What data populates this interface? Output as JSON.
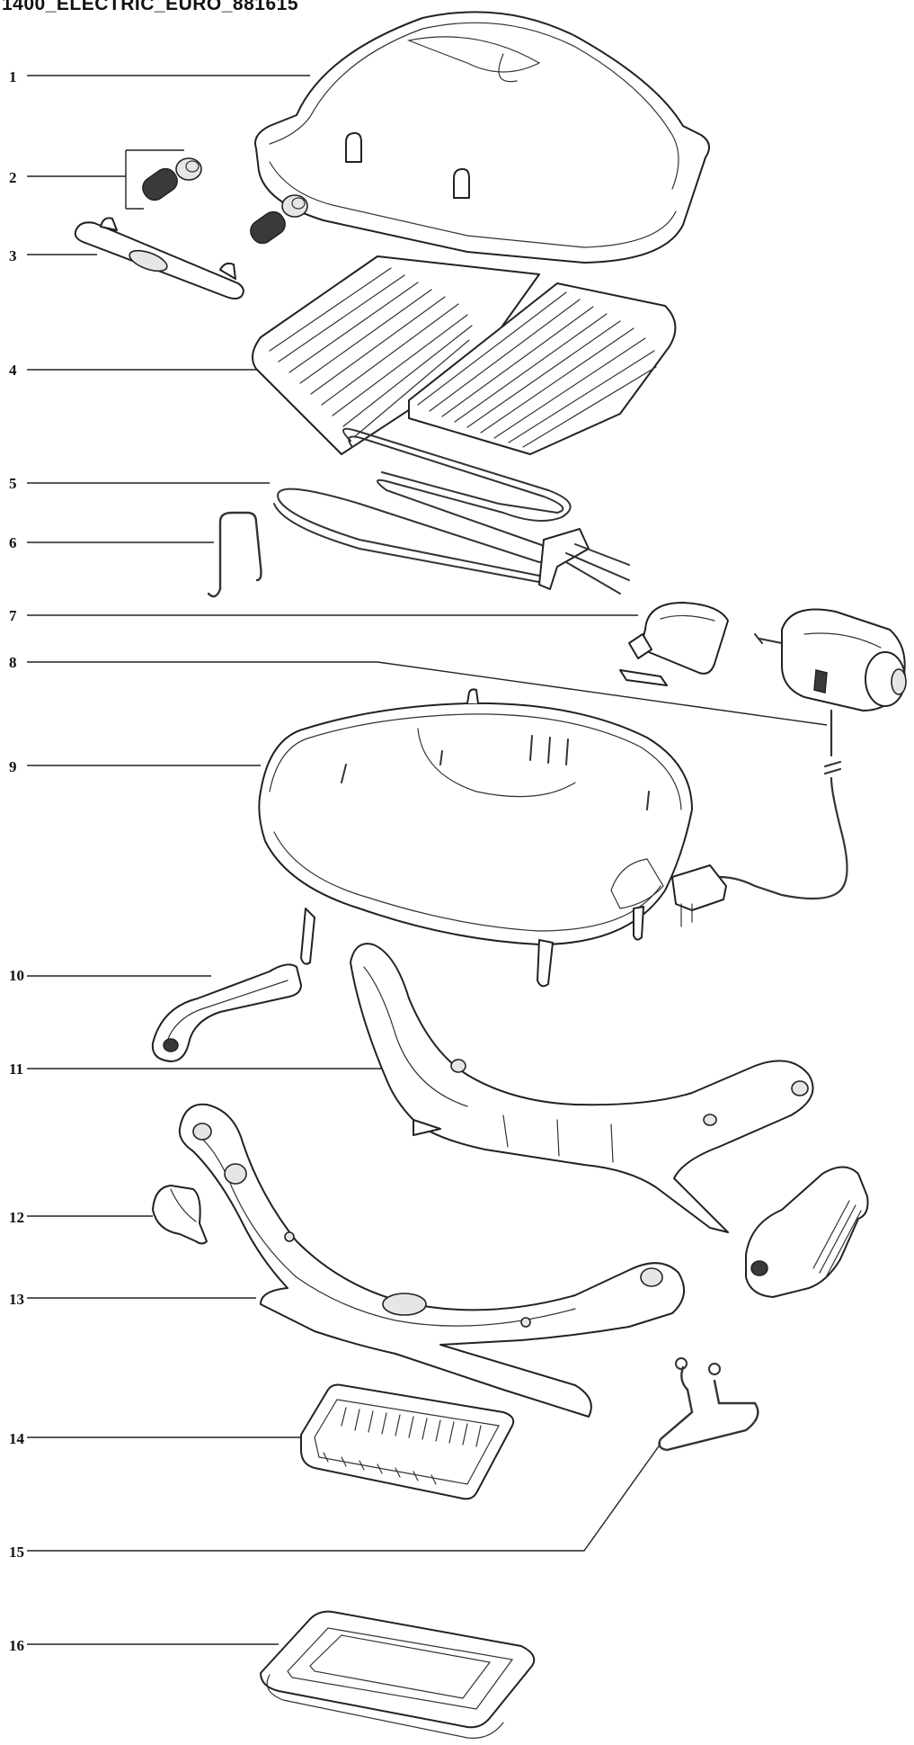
{
  "header": {
    "title": "1400_ELECTRIC_EURO_881615"
  },
  "callouts": [
    {
      "id": "callout-1",
      "text": "1"
    },
    {
      "id": "callout-2",
      "text": "2"
    },
    {
      "id": "callout-3",
      "text": "3"
    },
    {
      "id": "callout-4",
      "text": "4"
    },
    {
      "id": "callout-5",
      "text": "5"
    },
    {
      "id": "callout-6",
      "text": "6"
    },
    {
      "id": "callout-7",
      "text": "7"
    },
    {
      "id": "callout-8",
      "text": "8"
    },
    {
      "id": "callout-9",
      "text": "9"
    },
    {
      "id": "callout-10",
      "text": "10"
    },
    {
      "id": "callout-11",
      "text": "11"
    },
    {
      "id": "callout-12",
      "text": "12"
    },
    {
      "id": "callout-13",
      "text": "13"
    },
    {
      "id": "callout-14",
      "text": "14"
    },
    {
      "id": "callout-15",
      "text": "15"
    },
    {
      "id": "callout-16",
      "text": "16"
    }
  ]
}
